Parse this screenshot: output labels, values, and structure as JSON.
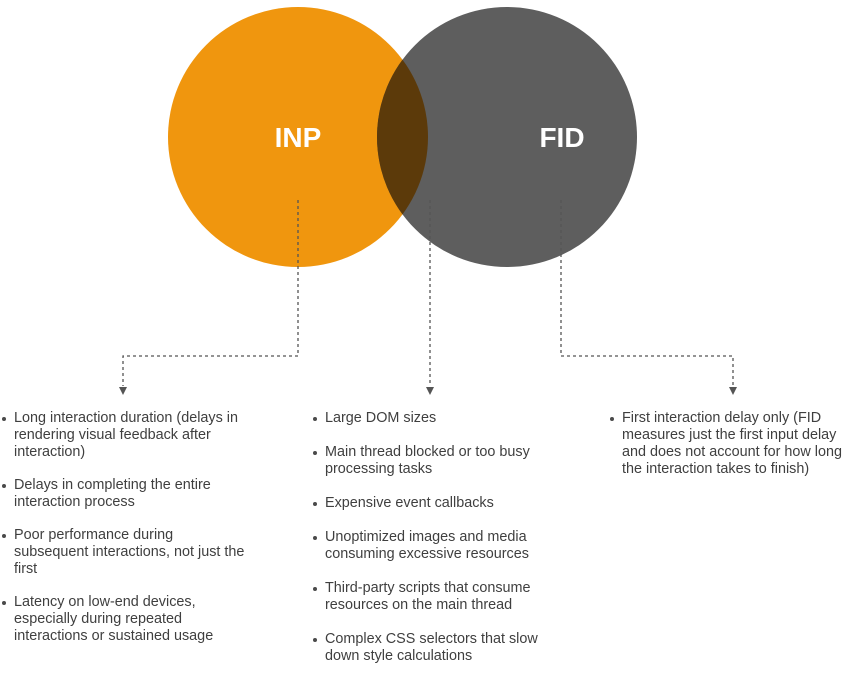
{
  "diagram": {
    "left_circle_label": "INP",
    "right_circle_label": "FID",
    "colors": {
      "inp": "#F0960E",
      "fid": "#5E5E5E",
      "overlap": "#5C3A0A",
      "label_text": "#FFFFFF",
      "connector": "#555555",
      "body_text": "#3F3F3F"
    }
  },
  "inp_only_items": [
    "Long interaction duration (delays in rendering visual feedback after interaction)",
    "Delays in completing the entire interaction process",
    "Poor performance during subsequent interactions, not just the first",
    "Latency on low-end devices, especially during repeated interactions or sustained usage"
  ],
  "shared_items": [
    "Large DOM sizes",
    "Main thread blocked or too busy processing tasks",
    "Expensive event callbacks",
    "Unoptimized images and media consuming excessive resources",
    "Third-party scripts that consume resources on the main thread",
    "Complex CSS selectors that slow down style calculations"
  ],
  "fid_only_items": [
    "First interaction delay only (FID measures just the first input delay and does not account for how long the interaction takes to finish)"
  ]
}
